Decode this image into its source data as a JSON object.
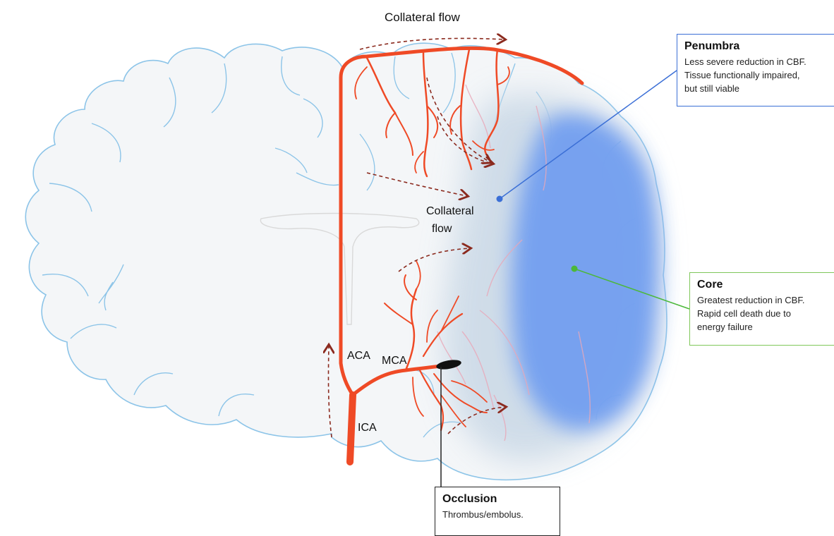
{
  "labels": {
    "collateral_flow_top": "Collateral flow",
    "collateral_flow_mid_1": "Collateral",
    "collateral_flow_mid_2": "flow",
    "aca": "ACA",
    "mca": "MCA",
    "ica": "ICA"
  },
  "callouts": {
    "penumbra": {
      "title": "Penumbra",
      "lines": [
        "Less severe reduction in CBF.",
        "Tissue functionally impaired,",
        "but still viable"
      ]
    },
    "core": {
      "title": "Core",
      "lines": [
        "Greatest reduction in CBF.",
        "Rapid cell death due to",
        "energy failure"
      ]
    },
    "occlusion": {
      "title": "Occlusion",
      "lines": [
        "Thrombus/embolus."
      ]
    }
  },
  "colors": {
    "artery": "#ef4a26",
    "brain_outline": "#8cc4e8",
    "core": "#6f9df0",
    "penumbra": "#c9d8e6",
    "arrow": "#8b2a1e",
    "penumbra_line": "#3b6fd6",
    "core_line": "#4cb83a"
  }
}
